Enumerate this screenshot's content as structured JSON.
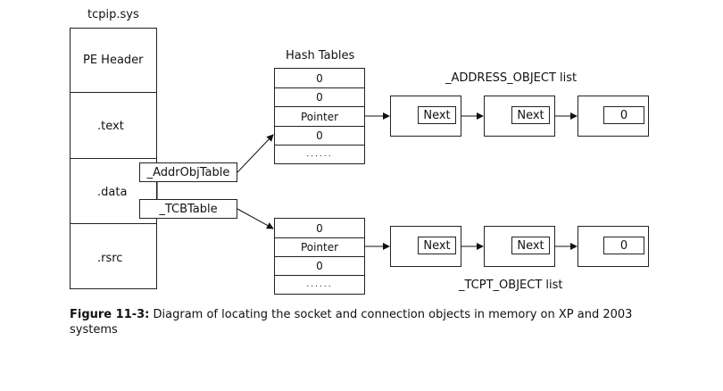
{
  "module": {
    "title": "tcpip.sys",
    "sections": [
      "PE Header",
      ".text",
      ".data",
      ".rsrc"
    ]
  },
  "symbols": {
    "addr_obj_table": "_AddrObjTable",
    "tcb_table": "_TCBTable"
  },
  "hash_tables": {
    "title": "Hash Tables",
    "top_cells": [
      "0",
      "0",
      "Pointer",
      "0",
      "......"
    ],
    "bottom_cells": [
      "0",
      "Pointer",
      "0",
      "......"
    ]
  },
  "address_list": {
    "title": "_ADDRESS_OBJECT list",
    "nodes": [
      "Next",
      "Next",
      "0"
    ]
  },
  "tcpt_list": {
    "title": "_TCPT_OBJECT list",
    "nodes": [
      "Next",
      "Next",
      "0"
    ]
  },
  "caption": {
    "label": "Figure 11-3:",
    "text": "Diagram of locating the socket and connection objects in memory on XP and 2003 systems"
  }
}
